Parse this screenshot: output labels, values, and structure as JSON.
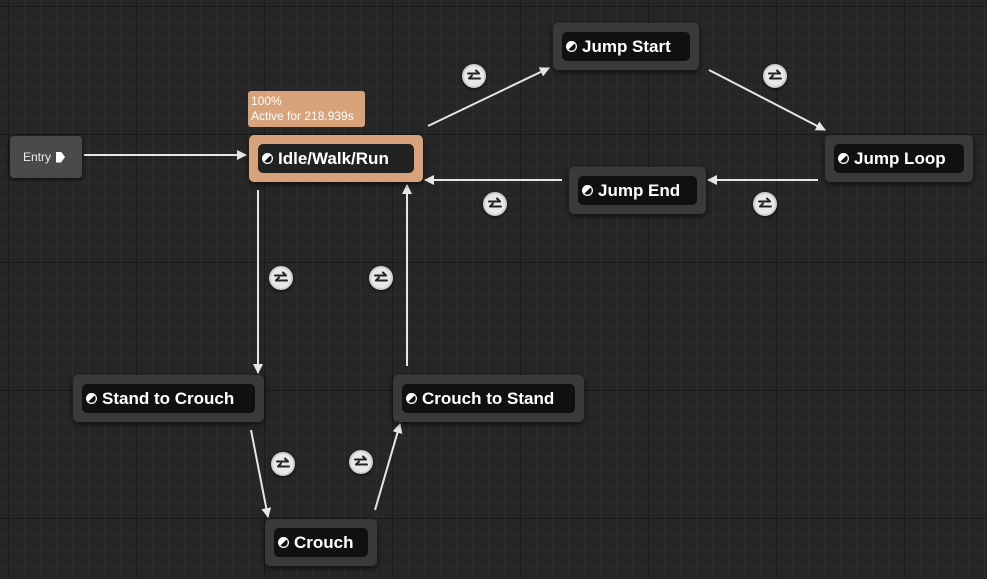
{
  "entry": {
    "label": "Entry"
  },
  "active_state": {
    "weight": "100%",
    "active_for": "Active for 218.939s"
  },
  "states": {
    "idle": "Idle/Walk/Run",
    "jump_start": "Jump Start",
    "jump_loop": "Jump Loop",
    "jump_end": "Jump End",
    "stand_to_crouch": "Stand to Crouch",
    "crouch_to_stand": "Crouch to Stand",
    "crouch": "Crouch"
  },
  "colors": {
    "active_state": "#d8a27a",
    "node": "#3a3a3a",
    "wire": "#e6e6e6",
    "background": "#262626"
  },
  "icons": {
    "state": "state-half-circle-icon",
    "transition_rule": "transition-rule-icon",
    "entry_pin": "exec-pin-icon"
  }
}
